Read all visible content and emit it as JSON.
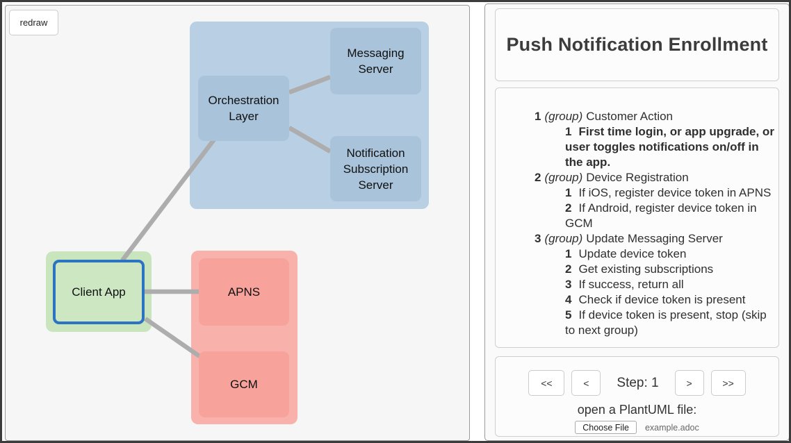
{
  "canvas": {
    "redraw_label": "redraw",
    "nodes": {
      "messaging": "Messaging Server",
      "orchestration": "Orchestration Layer",
      "notification": "Notification Subscription Server",
      "client": "Client App",
      "apns": "APNS",
      "gcm": "GCM"
    },
    "colors": {
      "container_blue": "#b8cfe4",
      "node_blue": "#a9c3da",
      "container_green": "#c8e5bd",
      "node_green": "#cde7c3",
      "selected_border_blue": "#2b74c1",
      "container_red": "#f8b2ab",
      "node_red": "#f7a29b",
      "edge_gray": "#adadad",
      "canvas_bg": "#f6f6f6"
    }
  },
  "sidebar": {
    "title": "Push Notification Enrollment",
    "groups": [
      {
        "num": "1",
        "tag": "(group)",
        "title": "Customer Action",
        "steps": [
          {
            "num": "1",
            "text": "First time login, or app upgrade, or user toggles notifications on/off in the app."
          }
        ]
      },
      {
        "num": "2",
        "tag": "(group)",
        "title": "Device Registration",
        "steps": [
          {
            "num": "1",
            "text": "If iOS, register device token in APNS"
          },
          {
            "num": "2",
            "text": "If Android, register device token in GCM"
          }
        ]
      },
      {
        "num": "3",
        "tag": "(group)",
        "title": "Update Messaging Server",
        "steps": [
          {
            "num": "1",
            "text": "Update device token"
          },
          {
            "num": "2",
            "text": "Get existing subscriptions"
          },
          {
            "num": "3",
            "text": "If success, return all"
          },
          {
            "num": "4",
            "text": "Check if device token is present"
          },
          {
            "num": "5",
            "text": "If device token is present, stop (skip to next group)"
          }
        ]
      }
    ],
    "nav": {
      "first": "<<",
      "prev": "<",
      "step_label": "Step: 1",
      "next": ">",
      "last": ">>"
    },
    "file": {
      "prompt": "open a PlantUML file:",
      "button": "Choose File",
      "filename": "example.adoc"
    }
  }
}
